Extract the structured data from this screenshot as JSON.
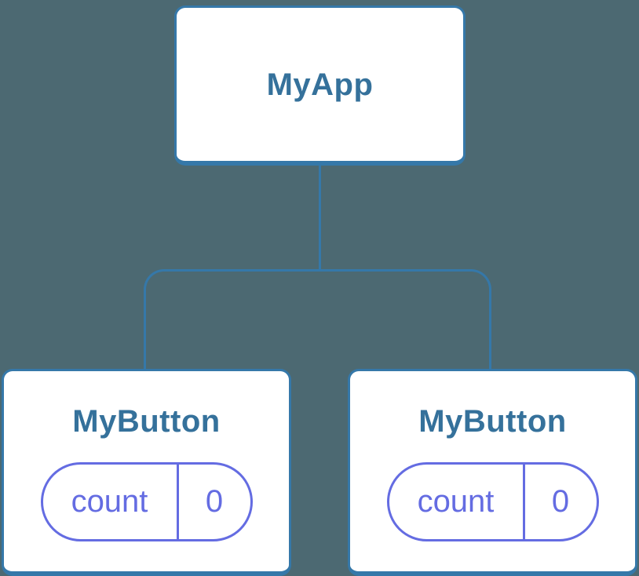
{
  "theme": {
    "background": "#4C6972",
    "stroke_blue": "#3578A9",
    "label_blue": "#35719B",
    "state_purple": "#646CE2",
    "node_background": "#FFFFFF"
  },
  "diagram": {
    "type": "component-tree",
    "root": {
      "label": "MyApp"
    },
    "children": [
      {
        "label": "MyButton",
        "state": {
          "key": "count",
          "value": "0"
        }
      },
      {
        "label": "MyButton",
        "state": {
          "key": "count",
          "value": "0"
        }
      }
    ]
  }
}
